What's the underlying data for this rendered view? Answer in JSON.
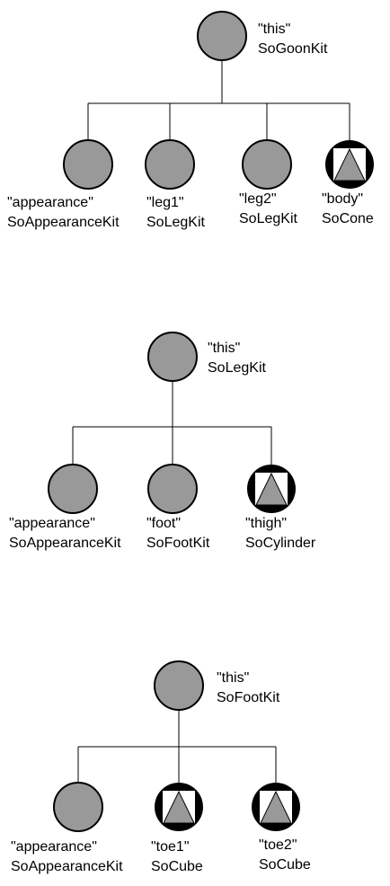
{
  "colors": {
    "node_fill": "#999999",
    "node_stroke": "#000000",
    "leaf_badge_bg": "#000000",
    "leaf_square": "#ffffff",
    "leaf_triangle": "#999999",
    "edge": "#000000",
    "text": "#000000"
  },
  "trees": [
    {
      "id": "goon",
      "root": {
        "name": "\"this\"",
        "type": "SoGoonKit",
        "icon": "circle-node-icon"
      },
      "children": [
        {
          "name": "\"appearance\"",
          "type": "SoAppearanceKit",
          "icon": "circle-node-icon"
        },
        {
          "name": "\"leg1\"",
          "type": "SoLegKit",
          "icon": "circle-node-icon"
        },
        {
          "name": "\"leg2\"",
          "type": "SoLegKit",
          "icon": "circle-node-icon"
        },
        {
          "name": "\"body\"",
          "type": "SoCone",
          "icon": "shape-node-icon"
        }
      ]
    },
    {
      "id": "leg",
      "root": {
        "name": "\"this\"",
        "type": "SoLegKit",
        "icon": "circle-node-icon"
      },
      "children": [
        {
          "name": "\"appearance\"",
          "type": "SoAppearanceKit",
          "icon": "circle-node-icon"
        },
        {
          "name": "\"foot\"",
          "type": "SoFootKit",
          "icon": "circle-node-icon"
        },
        {
          "name": "\"thigh\"",
          "type": "SoCylinder",
          "icon": "shape-node-icon"
        }
      ]
    },
    {
      "id": "foot",
      "root": {
        "name": "\"this\"",
        "type": "SoFootKit",
        "icon": "circle-node-icon"
      },
      "children": [
        {
          "name": "\"appearance\"",
          "type": "SoAppearanceKit",
          "icon": "circle-node-icon"
        },
        {
          "name": "\"toe1\"",
          "type": "SoCube",
          "icon": "shape-node-icon"
        },
        {
          "name": "\"toe2\"",
          "type": "SoCube",
          "icon": "shape-node-icon"
        }
      ]
    }
  ]
}
